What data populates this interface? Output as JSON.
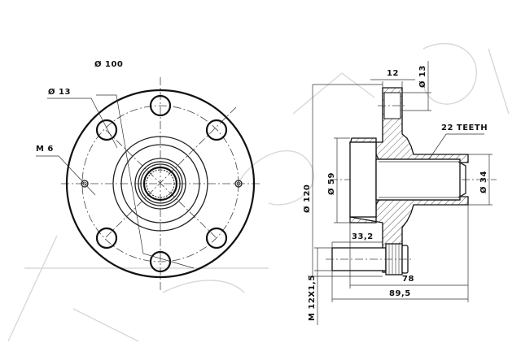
{
  "drawing": {
    "subject": "wheel hub technical drawing",
    "front_view": {
      "labels": {
        "bolt_circle": "Ø 100",
        "bolt_hole": "Ø 13",
        "screw_thread": "M 6"
      },
      "bolt_hole_count": 6,
      "screw_hole_count": 2
    },
    "side_view": {
      "labels": {
        "flange_width": "12",
        "stud_hole": "Ø 13",
        "spline": "22 TEETH",
        "outer_diameter": "Ø 120",
        "pilot_diameter": "Ø 59",
        "bore_diameter": "Ø 34",
        "stud_offset": "33,2",
        "hub_length": "78",
        "total_length": "89,5",
        "stud_thread": "M 12X1,5"
      }
    },
    "colors": {
      "line": "#111111",
      "background": "#ffffff",
      "watermark": "#d8d8d8"
    }
  }
}
